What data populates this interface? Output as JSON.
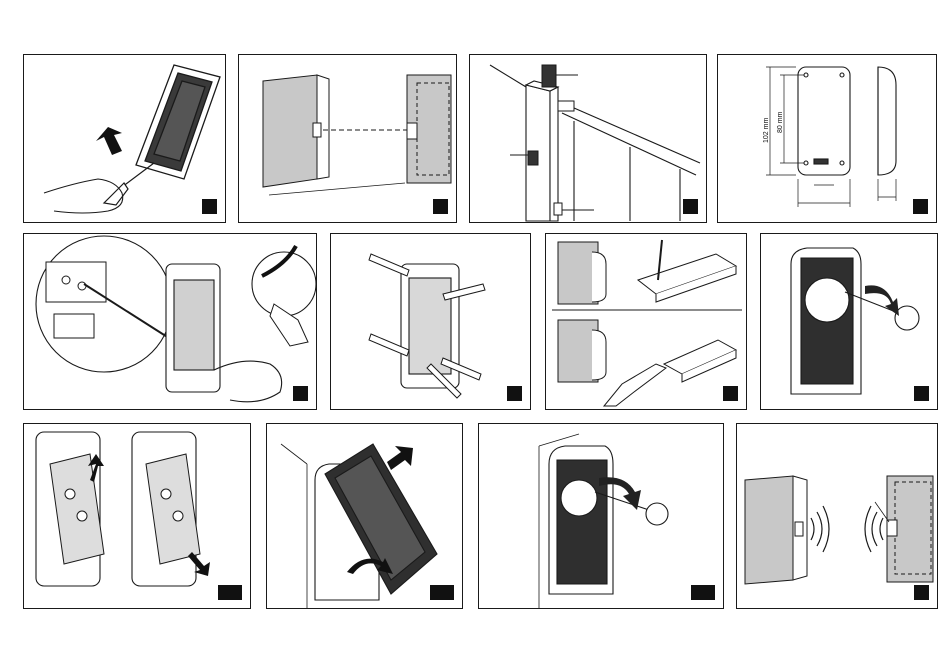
{
  "dimensions": {
    "height_label": "102 mm",
    "hole_spacing_label": "80 mm"
  },
  "colors": {
    "line": "#1a1a1a",
    "wall_shade": "#c8c8c8",
    "device_body": "#2f2f2f",
    "step_marker": "#111111"
  },
  "panels": [
    {
      "name": "remove-cover-screwdriver",
      "icons": [
        "device-icon",
        "up-arrow-icon",
        "hand-icon",
        "screwdriver-icon"
      ]
    },
    {
      "name": "alignment-wall-post",
      "icons": [
        "wall-icon",
        "post-icon",
        "alignment-line-icon"
      ]
    },
    {
      "name": "gate-mounting-positions",
      "icons": [
        "gate-icon",
        "post-icon",
        "sensor-icon"
      ]
    },
    {
      "name": "dimensions-front-side",
      "icons": [
        "device-front-icon",
        "device-side-icon"
      ]
    },
    {
      "name": "wiring-detail",
      "icons": [
        "terminal-icon",
        "screwdriver-icon",
        "cable-icon",
        "hand-icon"
      ]
    },
    {
      "name": "screw-mounting",
      "icons": [
        "device-icon",
        "screw-icon",
        "wall-plug-icon"
      ]
    },
    {
      "name": "drilling-options",
      "icons": [
        "wall-icon",
        "drill-bit-icon",
        "drill-icon"
      ]
    },
    {
      "name": "lamp-insertion",
      "icons": [
        "device-icon",
        "bulb-icon",
        "rotate-arrow-icon"
      ]
    },
    {
      "name": "board-removal",
      "icons": [
        "device-icon",
        "circuit-board-icon",
        "up-arrow-icon",
        "down-arrow-icon"
      ]
    },
    {
      "name": "cover-close",
      "icons": [
        "device-icon",
        "cover-icon",
        "up-arrow-icon",
        "rotate-arrow-icon"
      ]
    },
    {
      "name": "lamp-removal",
      "icons": [
        "device-icon",
        "bulb-icon",
        "rotate-arrow-icon"
      ]
    },
    {
      "name": "signal-wall-post",
      "icons": [
        "wall-icon",
        "post-icon",
        "signal-wave-icon"
      ]
    }
  ]
}
